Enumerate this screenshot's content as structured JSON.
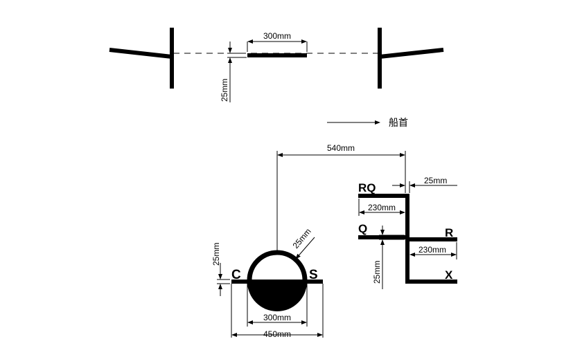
{
  "top_view": {
    "plate_width": "300mm",
    "offset": "25mm"
  },
  "direction": {
    "bow_label": "船首"
  },
  "section_view": {
    "distance": "540mm",
    "gap": "25mm",
    "radius_thickness": "25mm",
    "inner_width": "300mm",
    "outer_width": "450mm",
    "mark_c": "C",
    "mark_s": "S"
  },
  "side_view": {
    "mark_rq": "RQ",
    "mark_q": "Q",
    "mark_r": "R",
    "mark_x": "X",
    "thickness": "25mm",
    "upper_arm": "230mm",
    "lower_arm": "230mm",
    "vertical_offset": "25mm"
  },
  "colors": {
    "ink": "#000000",
    "background": "#ffffff"
  }
}
